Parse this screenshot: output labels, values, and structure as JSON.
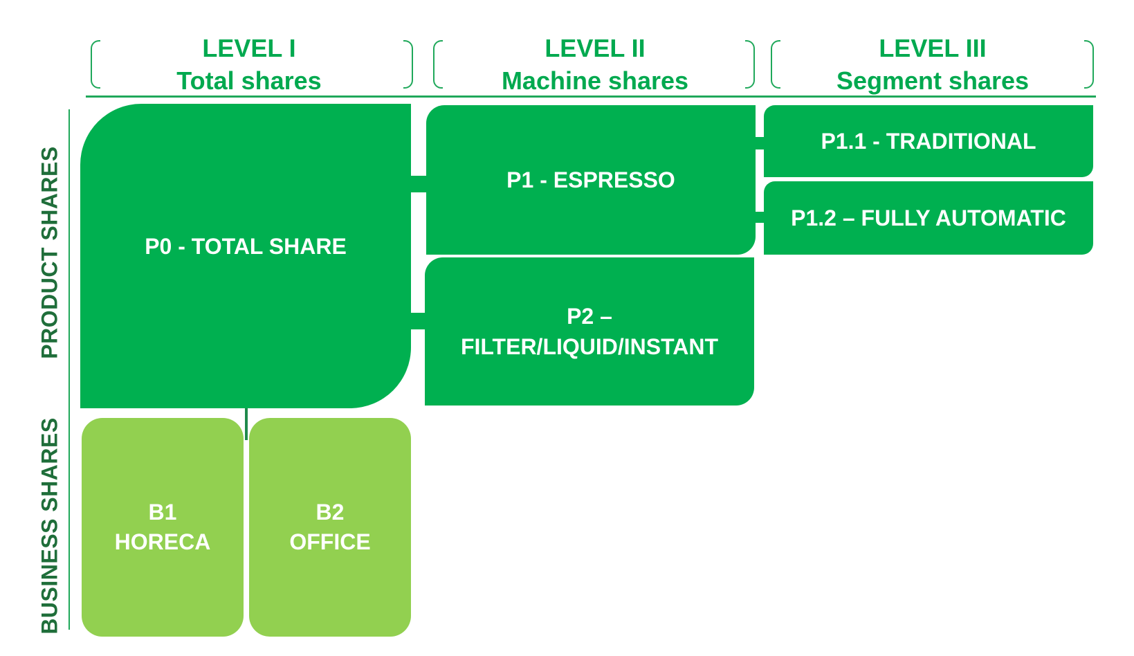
{
  "levels": [
    {
      "title": "LEVEL I",
      "subtitle": "Total shares"
    },
    {
      "title": "LEVEL II",
      "subtitle": "Machine shares"
    },
    {
      "title": "LEVEL III",
      "subtitle": "Segment shares"
    }
  ],
  "side_labels": {
    "product": "PRODUCT SHARES",
    "business": "BUSINESS SHARES"
  },
  "nodes": {
    "p0": {
      "lines": [
        "P0  - TOTAL SHARE"
      ]
    },
    "p1": {
      "lines": [
        "P1 - ESPRESSO"
      ]
    },
    "p2": {
      "lines": [
        "P2 –",
        "FILTER/LIQUID/INSTANT"
      ]
    },
    "p11": {
      "lines": [
        "P1.1 - TRADITIONAL"
      ]
    },
    "p12": {
      "lines": [
        "P1.2 – FULLY AUTOMATIC"
      ]
    },
    "b1": {
      "lines": [
        "B1",
        "HORECA"
      ]
    },
    "b2": {
      "lines": [
        "B2",
        "OFFICE"
      ]
    }
  },
  "colors": {
    "header_green": "#00a94f",
    "product_box": "#00b050",
    "business_box": "#92d050",
    "side_label": "#1f6e3a",
    "line": "#1fa85a"
  }
}
